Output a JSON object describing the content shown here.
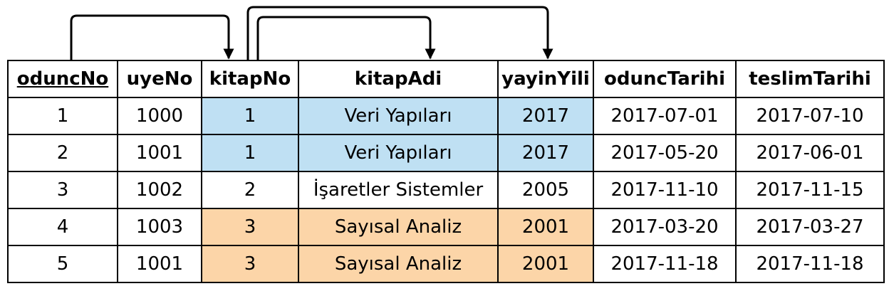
{
  "table": {
    "columns": [
      "oduncNo",
      "uyeNo",
      "kitapNo",
      "kitapAdi",
      "yayinYili",
      "oduncTarihi",
      "teslimTarihi"
    ],
    "primary_key": "oduncNo",
    "rows": [
      {
        "cells": [
          "1",
          "1000",
          "1",
          "Veri Yapıları",
          "2017",
          "2017-07-01",
          "2017-07-10"
        ],
        "highlight": "blue"
      },
      {
        "cells": [
          "2",
          "1001",
          "1",
          "Veri Yapıları",
          "2017",
          "2017-05-20",
          "2017-06-01"
        ],
        "highlight": "blue"
      },
      {
        "cells": [
          "3",
          "1002",
          "2",
          "İşaretler Sistemler",
          "2005",
          "2017-11-10",
          "2017-11-15"
        ],
        "highlight": "none"
      },
      {
        "cells": [
          "4",
          "1003",
          "3",
          "Sayısal Analiz",
          "2001",
          "2017-03-20",
          "2017-03-27"
        ],
        "highlight": "orange"
      },
      {
        "cells": [
          "5",
          "1001",
          "3",
          "Sayısal Analiz",
          "2001",
          "2017-11-18",
          "2017-11-18"
        ],
        "highlight": "orange"
      }
    ],
    "highlight_columns": [
      "kitapNo",
      "kitapAdi",
      "yayinYili"
    ],
    "highlight_colors": {
      "blue": "#bfe0f3",
      "orange": "#fcd5a8"
    }
  },
  "dependencies": [
    {
      "from": "oduncNo",
      "to": "kitapNo"
    },
    {
      "from": "kitapNo",
      "to": "kitapAdi"
    },
    {
      "from": "kitapNo",
      "to": "yayinYili"
    }
  ]
}
